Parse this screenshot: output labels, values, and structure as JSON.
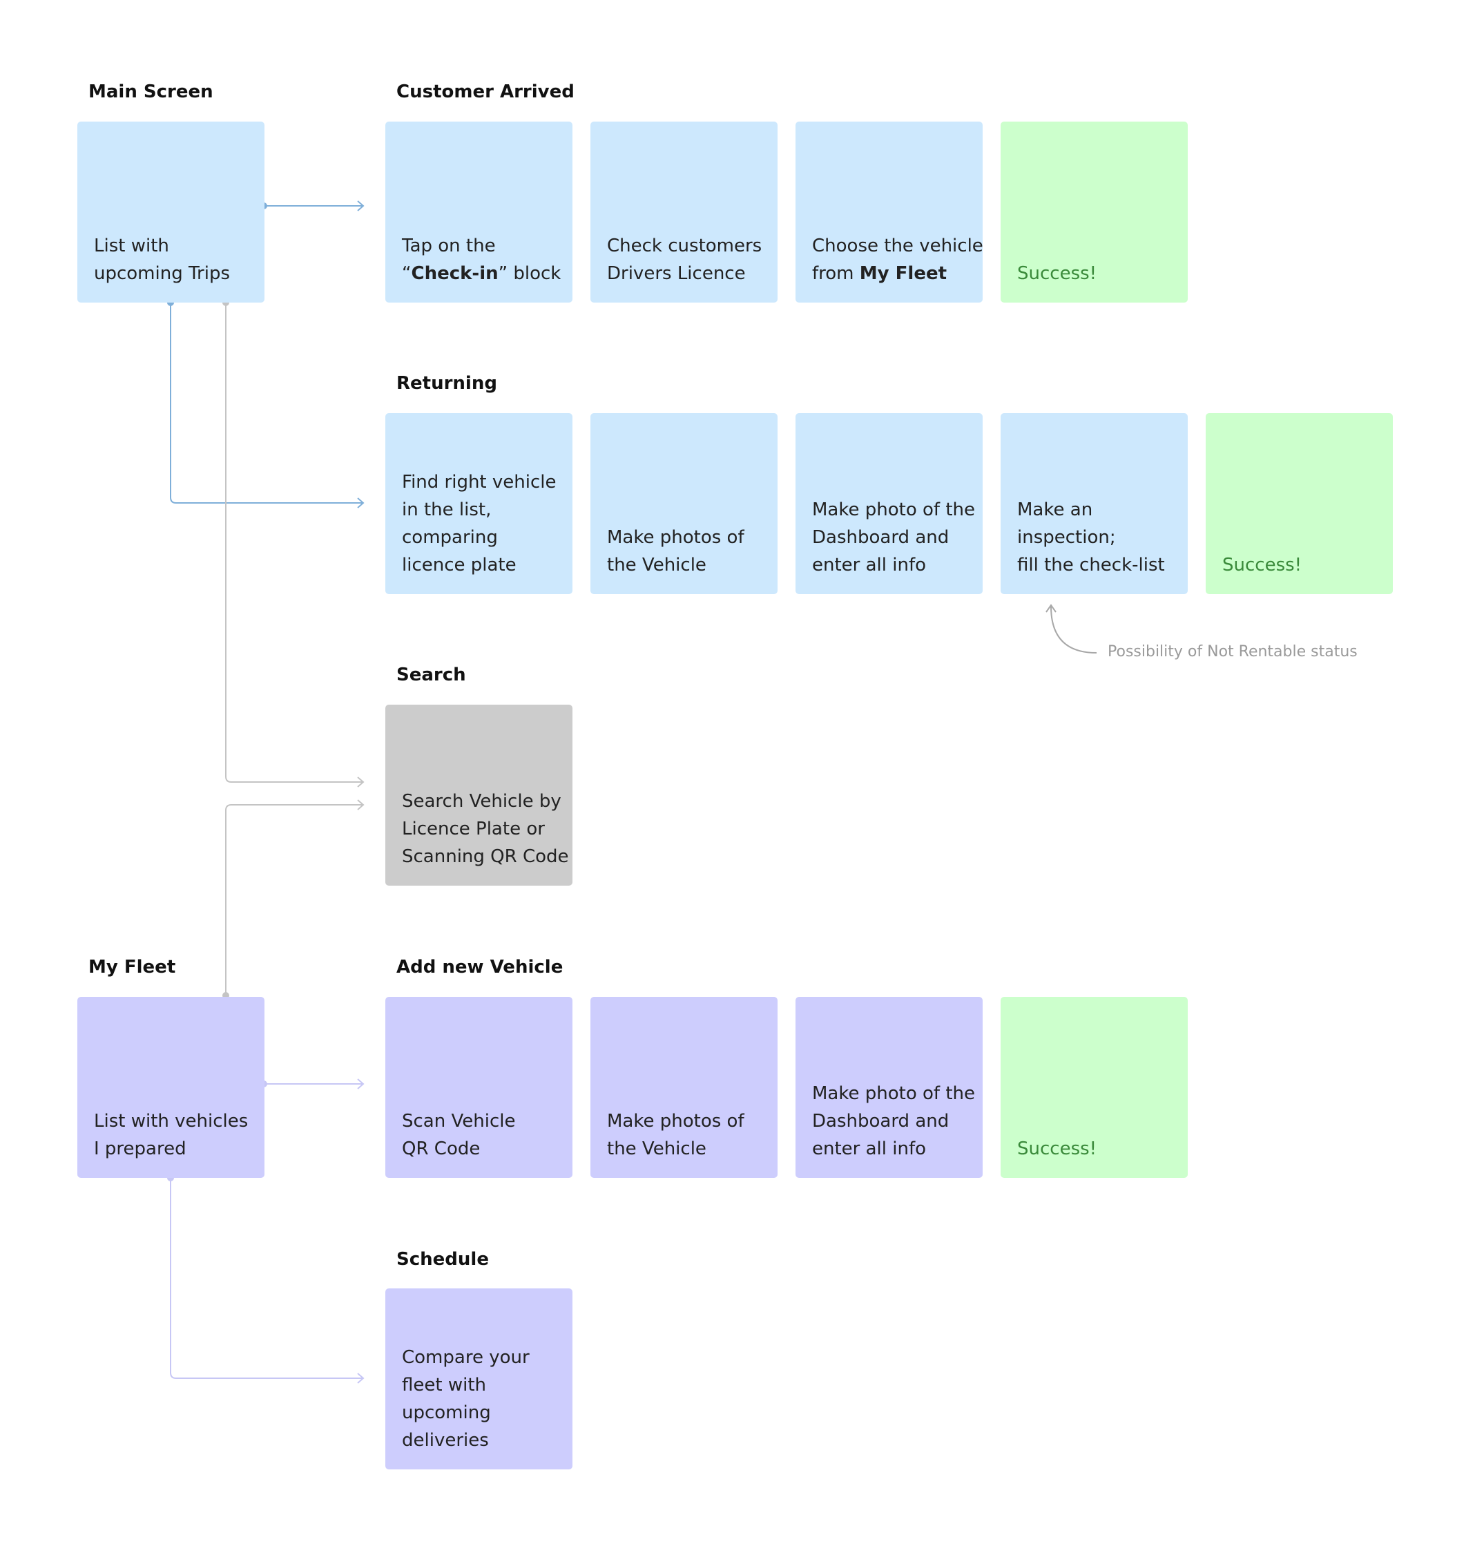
{
  "sections": {
    "main_screen": "Main Screen",
    "customer_arrived": "Customer Arrived",
    "returning": "Returning",
    "search": "Search",
    "my_fleet": "My Fleet",
    "add_new_vehicle": "Add new Vehicle",
    "schedule": "Schedule"
  },
  "cards": {
    "main_list": [
      "List with",
      "upcoming Trips"
    ],
    "ca_tap": {
      "l1": "Tap on the",
      "l2_open": "“",
      "l2_bold": "Check-in",
      "l2_close": "” block"
    },
    "ca_check": [
      "Check customers",
      "Drivers Licence"
    ],
    "ca_choose": {
      "l1": "Choose the vehicle",
      "l2_pre": "from ",
      "l2_bold": "My Fleet"
    },
    "ca_success": "Success!",
    "ret_find": [
      "Find right vehicle",
      "in the list,",
      "comparing",
      "licence plate"
    ],
    "ret_photos": [
      "Make photos of",
      "the Vehicle"
    ],
    "ret_dashboard": [
      "Make photo of the",
      "Dashboard and",
      "enter all info"
    ],
    "ret_inspection": [
      "Make an",
      "inspection;",
      "fill the check-list"
    ],
    "ret_success": "Success!",
    "search_card": [
      "Search Vehicle by",
      "Licence Plate or",
      "Scanning QR Code"
    ],
    "fleet_list": [
      "List with vehicles",
      "I prepared"
    ],
    "add_scan": [
      "Scan Vehicle",
      "QR Code"
    ],
    "add_photos": [
      "Make photos of",
      "the Vehicle"
    ],
    "add_dashboard": [
      "Make photo of the",
      "Dashboard and",
      "enter all info"
    ],
    "add_success": "Success!",
    "schedule_card": [
      "Compare your",
      "fleet with",
      "upcoming",
      "deliveries"
    ]
  },
  "annotation": "Possibility of Not Rentable status",
  "colors": {
    "blue_card": "#cde8fd",
    "green_card": "#ccffcc",
    "purple_card": "#cdcdfd",
    "gray_card": "#cccccc",
    "blue_line": "#7fafd9",
    "gray_line": "#c4c4c4",
    "purple_line": "#c7c7f5",
    "success_text": "#3a8a3a"
  }
}
